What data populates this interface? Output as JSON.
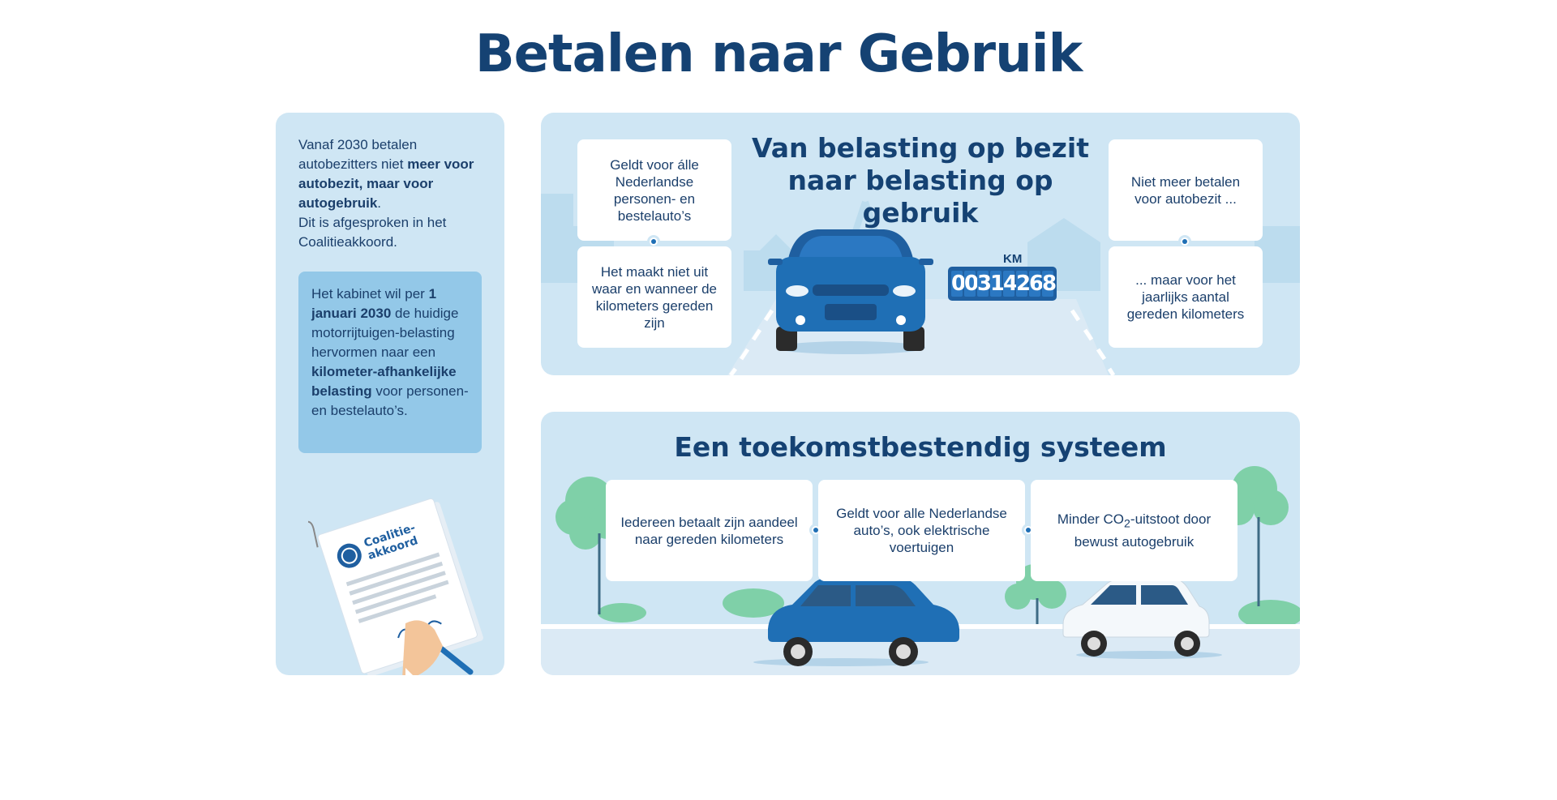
{
  "title": "Betalen naar Gebruik",
  "left": {
    "intro_1": "Vanaf 2030 betalen autobezitters niet ",
    "intro_bold": "meer voor autobezit, maar voor autogebruik",
    "intro_2": ".",
    "intro_3": "Dit is afgesproken in het Coalitieakkoord.",
    "box_1": "Het kabinet wil per ",
    "box_bold_1": "1 januari 2030",
    "box_2": " de huidige motorrijtuigen-belasting hervormen naar een ",
    "box_bold_2": "kilometer-afhankelijke belasting",
    "box_3": " voor personen- en bestelauto’s.",
    "doc_label_1": "Coalitie-",
    "doc_label_2": "akkoord"
  },
  "top": {
    "heading_line1": "Van belasting op bezit",
    "heading_line2": "naar belasting op gebruik",
    "card_left_top": "Geldt voor álle Nederlandse personen- en bestelauto’s",
    "card_left_bottom": "Het maakt niet uit waar en wanneer de kilometers gereden zijn",
    "card_right_top": "Niet meer betalen voor autobezit ...",
    "card_right_bottom": "... maar voor het jaarlijks aantal gereden kilometers",
    "km_label": "KM",
    "odometer": [
      "0",
      "0",
      "3",
      "1",
      "4",
      "2",
      "6",
      "8"
    ]
  },
  "bottom": {
    "heading": "Een toekomstbestendig systeem",
    "card_1": "Iedereen betaalt zijn aandeel naar gereden kilometers",
    "card_2": "Geldt voor alle Nederlandse auto’s, ook elektrische voertuigen",
    "card_3_a": "Minder CO",
    "card_3_sub": "2",
    "card_3_b": "-uitstoot door bewust autogebruik"
  },
  "colors": {
    "brand_dark": "#154273",
    "panel_bg": "#cfe6f4",
    "box_bg": "#93c8e8",
    "accent_blue": "#1f6fb5",
    "tree_green": "#7fd0a8"
  }
}
